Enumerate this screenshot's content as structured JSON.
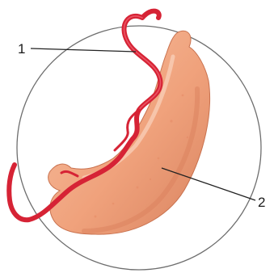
{
  "labels": {
    "one": "1",
    "two": "2"
  },
  "colors": {
    "background": "#ffffff",
    "circle": "#6e6e6e",
    "body_fill": "#f0a27c",
    "body_highlight": "#f6c0a2",
    "body_shadow": "#d97f5a",
    "flagellum": "#d62335",
    "flagellum_highlight": "#f06070",
    "leader_line": "#222222",
    "label_text": "#1a1a1a"
  },
  "icons": {
    "organism": "trypanosome-illustration"
  }
}
